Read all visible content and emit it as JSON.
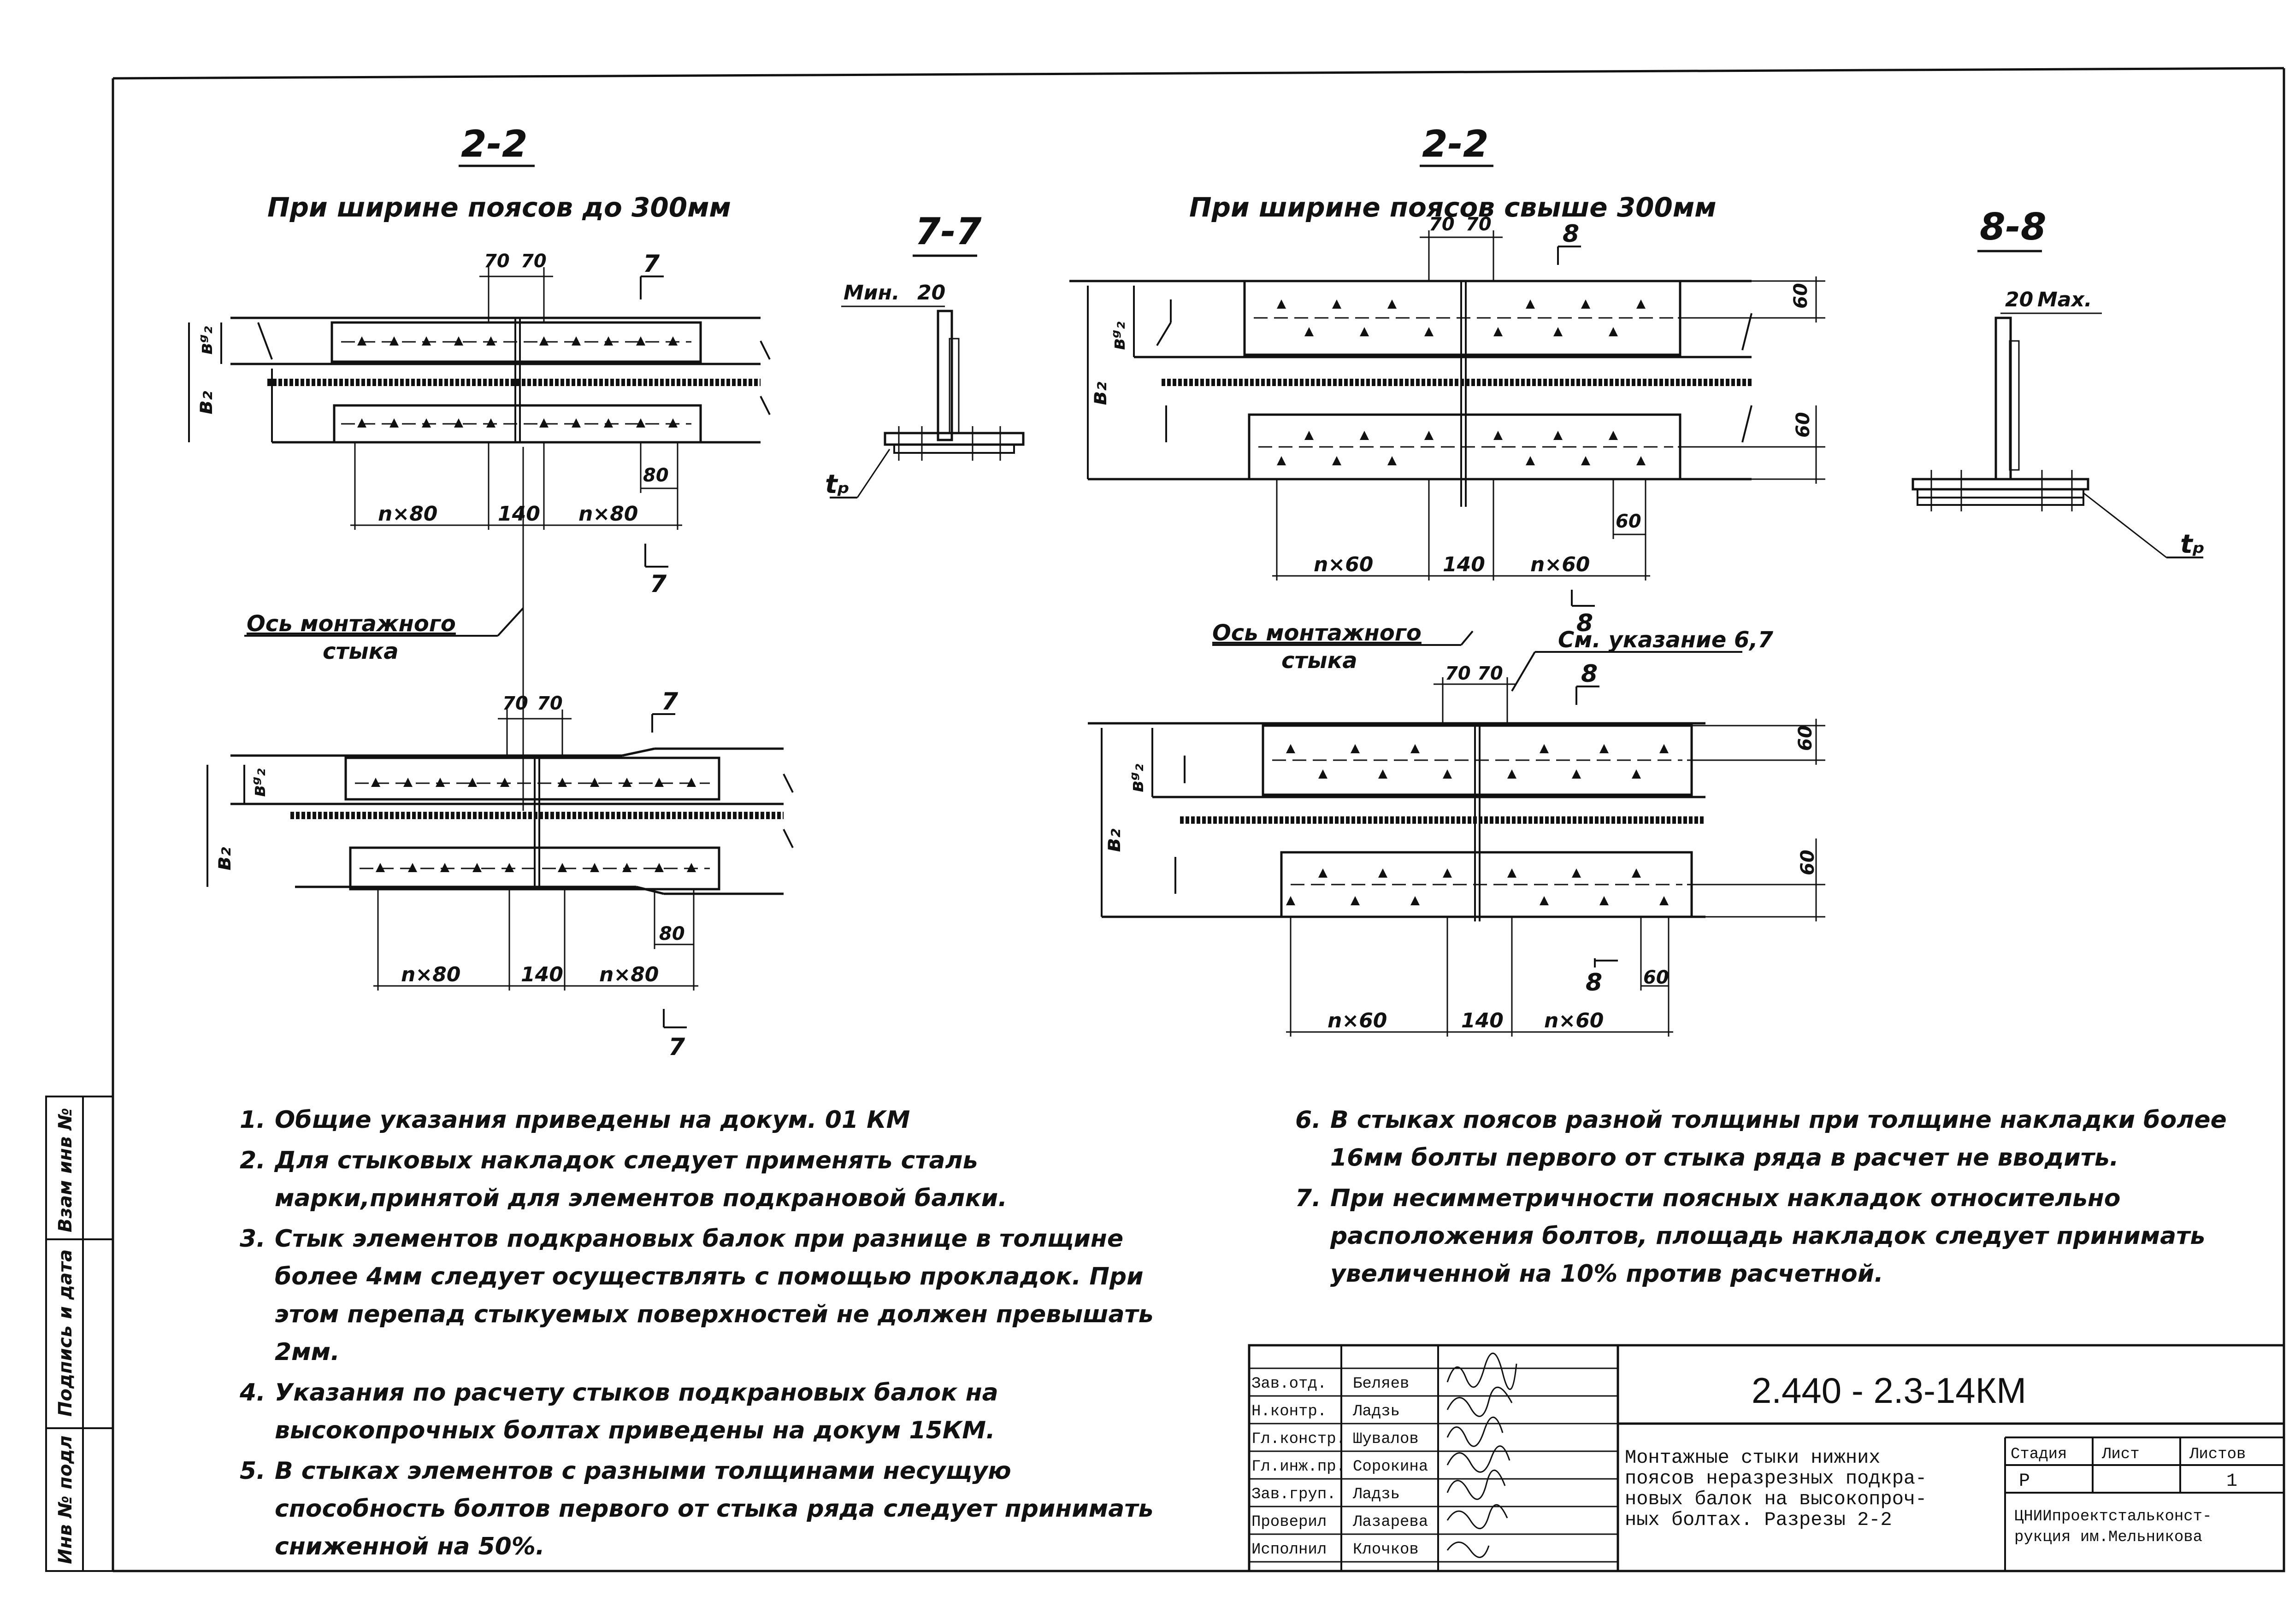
{
  "views": {
    "left": {
      "title": "2-2",
      "subtitle": "При ширине поясов до 300мм",
      "dim_70a": "70",
      "dim_70b": "70",
      "dim_n_left": "n×80",
      "dim_center": "140",
      "dim_n_right": "n×80",
      "dim_edge": "80",
      "section_mark": "7",
      "b_label": "вᵍ₂",
      "b2_label": "в₂",
      "axis_label_line1": "Ось монтажного",
      "axis_label_line2": "стыка"
    },
    "right": {
      "title": "2-2",
      "subtitle": "При ширине поясов свыше 300мм",
      "dim_70a": "70",
      "dim_70b": "70",
      "dim_n_left": "n×60",
      "dim_center": "140",
      "dim_n_right": "n×60",
      "dim_edge": "60",
      "section_mark": "8",
      "axis_label_line1": "Ось монтажного",
      "axis_label_line2": "стыка",
      "ref_note": "См. указание 6,7"
    },
    "section_7": {
      "title": "7-7",
      "min_label": "Мин.",
      "dim": "20",
      "t_label": "tₚ"
    },
    "section_8": {
      "title": "8-8",
      "max_label": "Мах.",
      "dim": "20",
      "t_label": "tₚ"
    }
  },
  "notes_left": [
    {
      "num": "1.",
      "text": "Общие указания приведены на докум. 01 КМ"
    },
    {
      "num": "2.",
      "text": "Для стыковых накладок следует применять сталь марки,принятой для элементов подкрановой балки."
    },
    {
      "num": "3.",
      "text": "Стык элементов подкрановых балок при разнице в толщине более 4мм следует осуществлять с помощью прокладок. При этом перепад стыкуемых поверхностей не должен превышать 2мм."
    },
    {
      "num": "4.",
      "text": "Указания по расчету стыков подкрановых балок на высокопрочных болтах приведены на докум 15КМ."
    },
    {
      "num": "5.",
      "text": "В стыках элементов с разными толщинами несущую способность болтов первого от стыка ряда следует принимать сниженной на 50%."
    }
  ],
  "notes_right": [
    {
      "num": "6.",
      "text": "В стыках поясов разной толщины при толщине накладки более 16мм болты первого от стыка ряда в расчет не вводить."
    },
    {
      "num": "7.",
      "text": "При несимметричности поясных накладок относительно расположения болтов, площадь накладок следует принимать увеличенной на 10% против расчетной."
    }
  ],
  "side_stamp": [
    "Инв № подл",
    "Подпись и дата",
    "Взам инв №"
  ],
  "title_block": {
    "doc_code": "2.440 - 2.3-14КМ",
    "signatures": [
      {
        "role": "Зав.отд.",
        "name": "Беляев"
      },
      {
        "role": "Н.контр.",
        "name": "Ладзь"
      },
      {
        "role": "Гл.констр.",
        "name": "Шувалов"
      },
      {
        "role": "Гл.инж.пр.",
        "name": "Сорокина"
      },
      {
        "role": "Зав.груп.",
        "name": "Ладзь"
      },
      {
        "role": "Проверил",
        "name": "Лазарева"
      },
      {
        "role": "Исполнил",
        "name": "Клочков"
      }
    ],
    "description": [
      "Монтажные стыки нижних",
      "поясов неразрезных подкра-",
      "новых балок на высокопроч-",
      "ных болтах. Разрезы 2-2"
    ],
    "stage_header": "Стадия",
    "sheet_header": "Лист",
    "sheets_header": "Листов",
    "stage": "Р",
    "sheet": "",
    "sheets": "1",
    "org": [
      "ЦНИИпроектстальконст-",
      "рукция им.Мельникова"
    ]
  }
}
